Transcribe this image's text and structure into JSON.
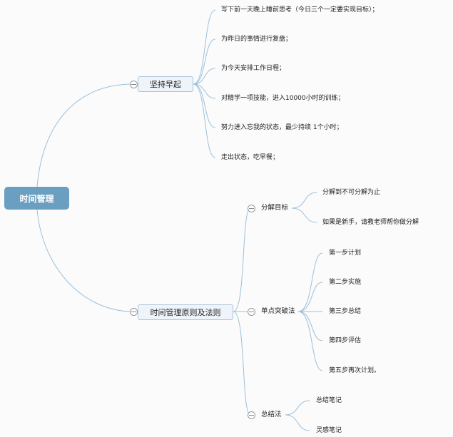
{
  "root": {
    "label": "时间管理"
  },
  "branches": [
    {
      "label": "坚持早起",
      "children": [
        "写下前一天晚上睡前思考（今日三个一定要实现目标）；",
        "为昨日的事情进行复盘；",
        "为今天安排工作日程；",
        "对精学一项技能，进入10000小时的训练；",
        "努力进入忘我的状态，最少持续 1个小时；",
        "走出状态，吃早餐；"
      ]
    },
    {
      "label": "时间管理原则及法则",
      "children": [
        {
          "label": "分解目标",
          "children": [
            "分解到不可分解为止",
            "如果是新手，请教老师帮你做分解"
          ]
        },
        {
          "label": "单点突破法",
          "children": [
            "第一步计划",
            "第二步实施",
            "第三步总结",
            "第四步评估",
            "第五步再次计划。"
          ]
        },
        {
          "label": "总结法",
          "children": [
            "总结笔记",
            "灵感笔记"
          ]
        }
      ]
    }
  ],
  "colors": {
    "root": "#6a9fc1",
    "line": "#9cc0d8",
    "box": "#eef4fa"
  }
}
